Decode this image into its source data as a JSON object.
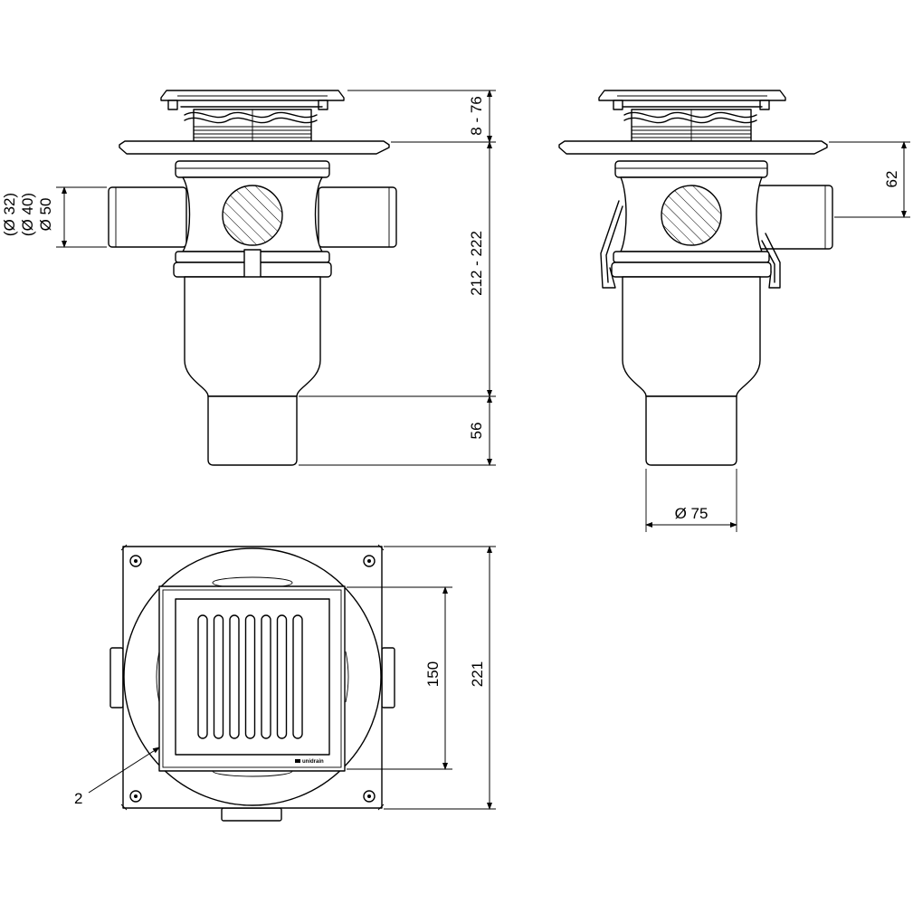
{
  "dimensions": {
    "grate_height": "8 - 76",
    "body_height": "212 - 222",
    "outlet_length": "56",
    "side_inlet_height": "62",
    "outlet_diameter": "Ø 75",
    "grate_size": "150",
    "flange_size": "221"
  },
  "inlet_diameters": [
    "(Ø 32)",
    "(Ø 40)",
    "Ø 50"
  ],
  "callouts": {
    "item_2": "2"
  },
  "brand_mark": "unidrain"
}
